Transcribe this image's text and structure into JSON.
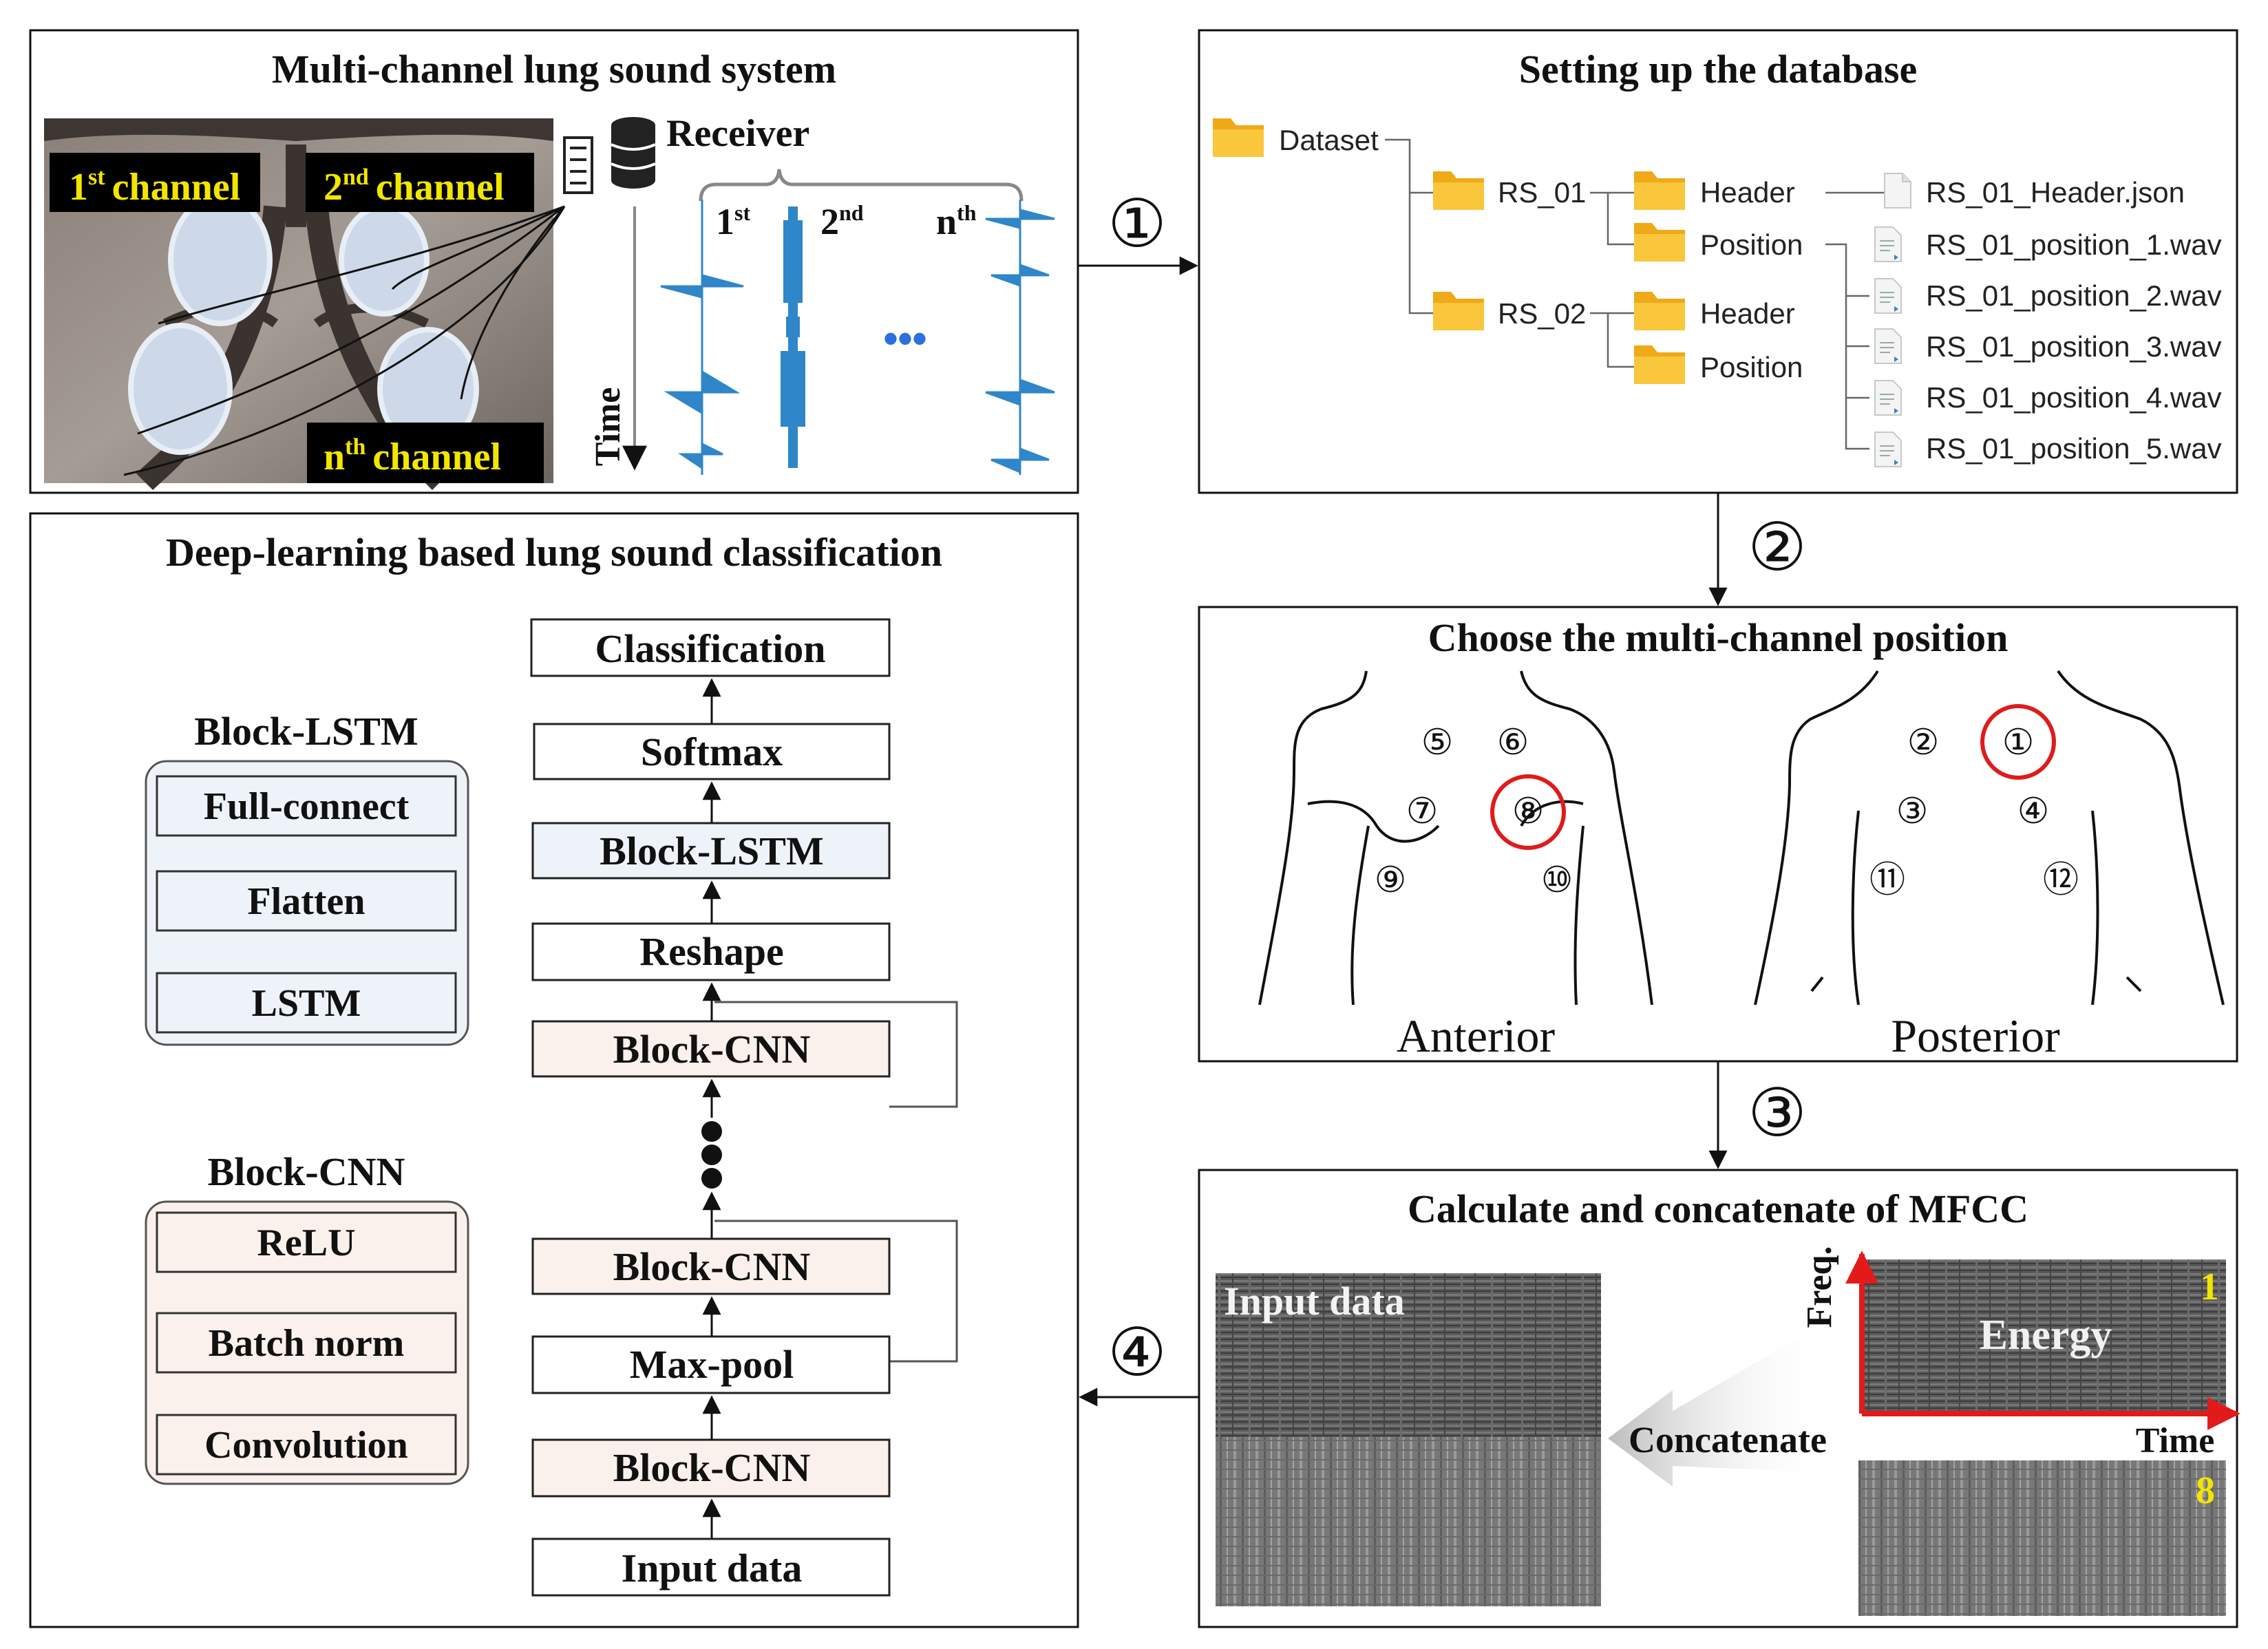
{
  "panels": {
    "system": {
      "title": "Multi-channel lung sound system",
      "channels": [
        {
          "base": "1",
          "sup": "st",
          "word": "channel"
        },
        {
          "base": "2",
          "sup": "nd",
          "word": "channel"
        },
        {
          "base": "n",
          "sup": "th",
          "word": "channel"
        }
      ],
      "receiver": "Receiver",
      "signals": [
        {
          "base": "1",
          "sup": "st"
        },
        {
          "base": "2",
          "sup": "nd"
        },
        {
          "base": "n",
          "sup": "th"
        }
      ],
      "time_label": "Time",
      "ellipsis": "•••"
    },
    "database": {
      "title": "Setting up the database",
      "root": "Dataset",
      "folders": [
        "RS_01",
        "RS_02"
      ],
      "rs01_children": [
        "Header",
        "Position"
      ],
      "rs02_children": [
        "Header",
        "Position"
      ],
      "header_file": "RS_01_Header.json",
      "position_files": [
        "RS_01_position_1.wav",
        "RS_01_position_2.wav",
        "RS_01_position_3.wav",
        "RS_01_position_4.wav",
        "RS_01_position_5.wav"
      ]
    },
    "position": {
      "title": "Choose the multi-channel position",
      "anterior_label": "Anterior",
      "posterior_label": "Posterior",
      "anterior_points": [
        "⑤",
        "⑥",
        "⑦",
        "⑧",
        "⑨",
        "⑩"
      ],
      "posterior_points": [
        "②",
        "①",
        "③",
        "④",
        "⑪",
        "⑫"
      ]
    },
    "mfcc": {
      "title": "Calculate and concatenate of MFCC",
      "input_label": "Input data",
      "concat_label": "Concatenate",
      "energy_label": "Energy",
      "freq_label": "Freq.",
      "time_label": "Time",
      "index_top": "1",
      "index_bottom": "8"
    },
    "classification": {
      "title": "Deep-learning based lung sound classification",
      "block_lstm_title": "Block-LSTM",
      "block_lstm_layers": [
        "Full-connect",
        "Flatten",
        "LSTM"
      ],
      "block_cnn_title": "Block-CNN",
      "block_cnn_layers": [
        "ReLU",
        "Batch norm",
        "Convolution"
      ],
      "pipeline": [
        "Classification",
        "Softmax",
        "Block-LSTM",
        "Reshape",
        "Block-CNN",
        "Block-CNN",
        "Max-pool",
        "Block-CNN",
        "Input data"
      ]
    }
  },
  "steps": [
    "①",
    "②",
    "③",
    "④"
  ],
  "colors": {
    "signal": "#2f86c8",
    "channel_text": "#f2e600",
    "lstm_fill": "#eef3f9",
    "cnn_fill": "#fbf1ec",
    "highlight_ring": "#e01b1b",
    "axis_arrow": "#e31a1a",
    "index_text": "#f2e600"
  }
}
